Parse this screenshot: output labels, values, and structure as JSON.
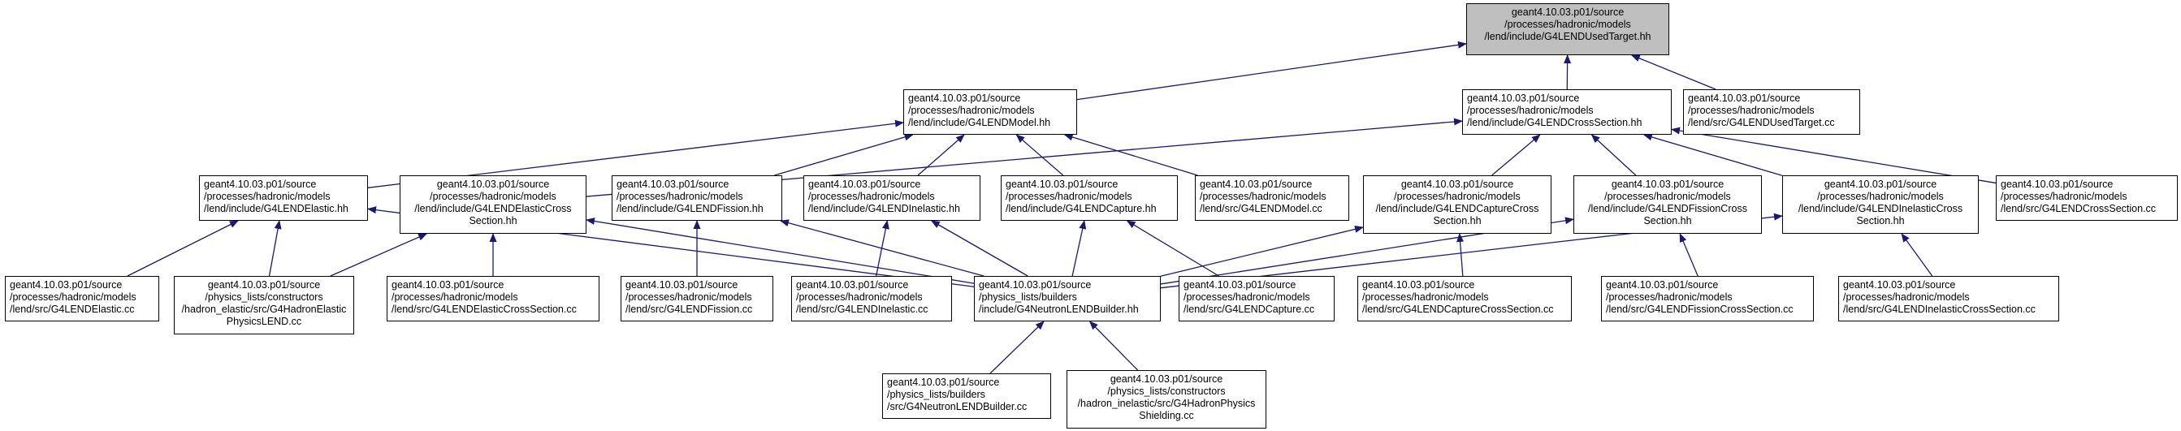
{
  "colors": {
    "edge": "#191970",
    "highlight_fill": "#bfbfbf",
    "node_border": "#000000"
  },
  "nodes": {
    "n0": [
      "geant4.10.03.p01/source",
      "/processes/hadronic/models",
      "/lend/include/G4LENDUsedTarget.hh"
    ],
    "n1": [
      "geant4.10.03.p01/source",
      "/processes/hadronic/models",
      "/lend/include/G4LENDModel.hh"
    ],
    "n2": [
      "geant4.10.03.p01/source",
      "/processes/hadronic/models",
      "/lend/include/G4LENDCrossSection.hh"
    ],
    "n3": [
      "geant4.10.03.p01/source",
      "/processes/hadronic/models",
      "/lend/src/G4LENDUsedTarget.cc"
    ],
    "n4": [
      "geant4.10.03.p01/source",
      "/processes/hadronic/models",
      "/lend/include/G4LENDElastic.hh"
    ],
    "n5": [
      "geant4.10.03.p01/source",
      "/processes/hadronic/models",
      "/lend/include/G4LENDElasticCross",
      "Section.hh"
    ],
    "n6": [
      "geant4.10.03.p01/source",
      "/processes/hadronic/models",
      "/lend/include/G4LENDFission.hh"
    ],
    "n7": [
      "geant4.10.03.p01/source",
      "/processes/hadronic/models",
      "/lend/include/G4LENDInelastic.hh"
    ],
    "n8": [
      "geant4.10.03.p01/source",
      "/processes/hadronic/models",
      "/lend/include/G4LENDCapture.hh"
    ],
    "n9": [
      "geant4.10.03.p01/source",
      "/processes/hadronic/models",
      "/lend/src/G4LENDModel.cc"
    ],
    "n10": [
      "geant4.10.03.p01/source",
      "/processes/hadronic/models",
      "/lend/include/G4LENDCaptureCross",
      "Section.hh"
    ],
    "n11": [
      "geant4.10.03.p01/source",
      "/processes/hadronic/models",
      "/lend/include/G4LENDFissionCross",
      "Section.hh"
    ],
    "n12": [
      "geant4.10.03.p01/source",
      "/processes/hadronic/models",
      "/lend/include/G4LENDInelasticCross",
      "Section.hh"
    ],
    "n13": [
      "geant4.10.03.p01/source",
      "/processes/hadronic/models",
      "/lend/src/G4LENDCrossSection.cc"
    ],
    "n14": [
      "geant4.10.03.p01/source",
      "/processes/hadronic/models",
      "/lend/src/G4LENDElastic.cc"
    ],
    "n15": [
      "geant4.10.03.p01/source",
      "/physics_lists/constructors",
      "/hadron_elastic/src/G4HadronElastic",
      "PhysicsLEND.cc"
    ],
    "n16": [
      "geant4.10.03.p01/source",
      "/processes/hadronic/models",
      "/lend/src/G4LENDElasticCrossSection.cc"
    ],
    "n17": [
      "geant4.10.03.p01/source",
      "/processes/hadronic/models",
      "/lend/src/G4LENDFission.cc"
    ],
    "n18": [
      "geant4.10.03.p01/source",
      "/processes/hadronic/models",
      "/lend/src/G4LENDInelastic.cc"
    ],
    "n19": [
      "geant4.10.03.p01/source",
      "/physics_lists/builders",
      "/include/G4NeutronLENDBuilder.hh"
    ],
    "n20": [
      "geant4.10.03.p01/source",
      "/processes/hadronic/models",
      "/lend/src/G4LENDCapture.cc"
    ],
    "n21": [
      "geant4.10.03.p01/source",
      "/processes/hadronic/models",
      "/lend/src/G4LENDCaptureCrossSection.cc"
    ],
    "n22": [
      "geant4.10.03.p01/source",
      "/processes/hadronic/models",
      "/lend/src/G4LENDFissionCrossSection.cc"
    ],
    "n23": [
      "geant4.10.03.p01/source",
      "/processes/hadronic/models",
      "/lend/src/G4LENDInelasticCrossSection.cc"
    ],
    "n24": [
      "geant4.10.03.p01/source",
      "/physics_lists/builders",
      "/src/G4NeutronLENDBuilder.cc"
    ],
    "n25": [
      "geant4.10.03.p01/source",
      "/physics_lists/constructors",
      "/hadron_inelastic/src/G4HadronPhysics",
      "Shielding.cc"
    ]
  },
  "edges": [
    [
      "n1",
      "n0"
    ],
    [
      "n2",
      "n0"
    ],
    [
      "n3",
      "n0"
    ],
    [
      "n4",
      "n1"
    ],
    [
      "n6",
      "n1"
    ],
    [
      "n7",
      "n1"
    ],
    [
      "n8",
      "n1"
    ],
    [
      "n9",
      "n1"
    ],
    [
      "n5",
      "n2"
    ],
    [
      "n10",
      "n2"
    ],
    [
      "n11",
      "n2"
    ],
    [
      "n12",
      "n2"
    ],
    [
      "n13",
      "n2"
    ],
    [
      "n14",
      "n4"
    ],
    [
      "n15",
      "n4"
    ],
    [
      "n19",
      "n4"
    ],
    [
      "n15",
      "n5"
    ],
    [
      "n16",
      "n5"
    ],
    [
      "n19",
      "n5"
    ],
    [
      "n17",
      "n6"
    ],
    [
      "n19",
      "n6"
    ],
    [
      "n18",
      "n7"
    ],
    [
      "n19",
      "n7"
    ],
    [
      "n19",
      "n8"
    ],
    [
      "n20",
      "n8"
    ],
    [
      "n19",
      "n10"
    ],
    [
      "n21",
      "n10"
    ],
    [
      "n19",
      "n11"
    ],
    [
      "n22",
      "n11"
    ],
    [
      "n19",
      "n12"
    ],
    [
      "n23",
      "n12"
    ],
    [
      "n24",
      "n19"
    ],
    [
      "n25",
      "n19"
    ]
  ]
}
